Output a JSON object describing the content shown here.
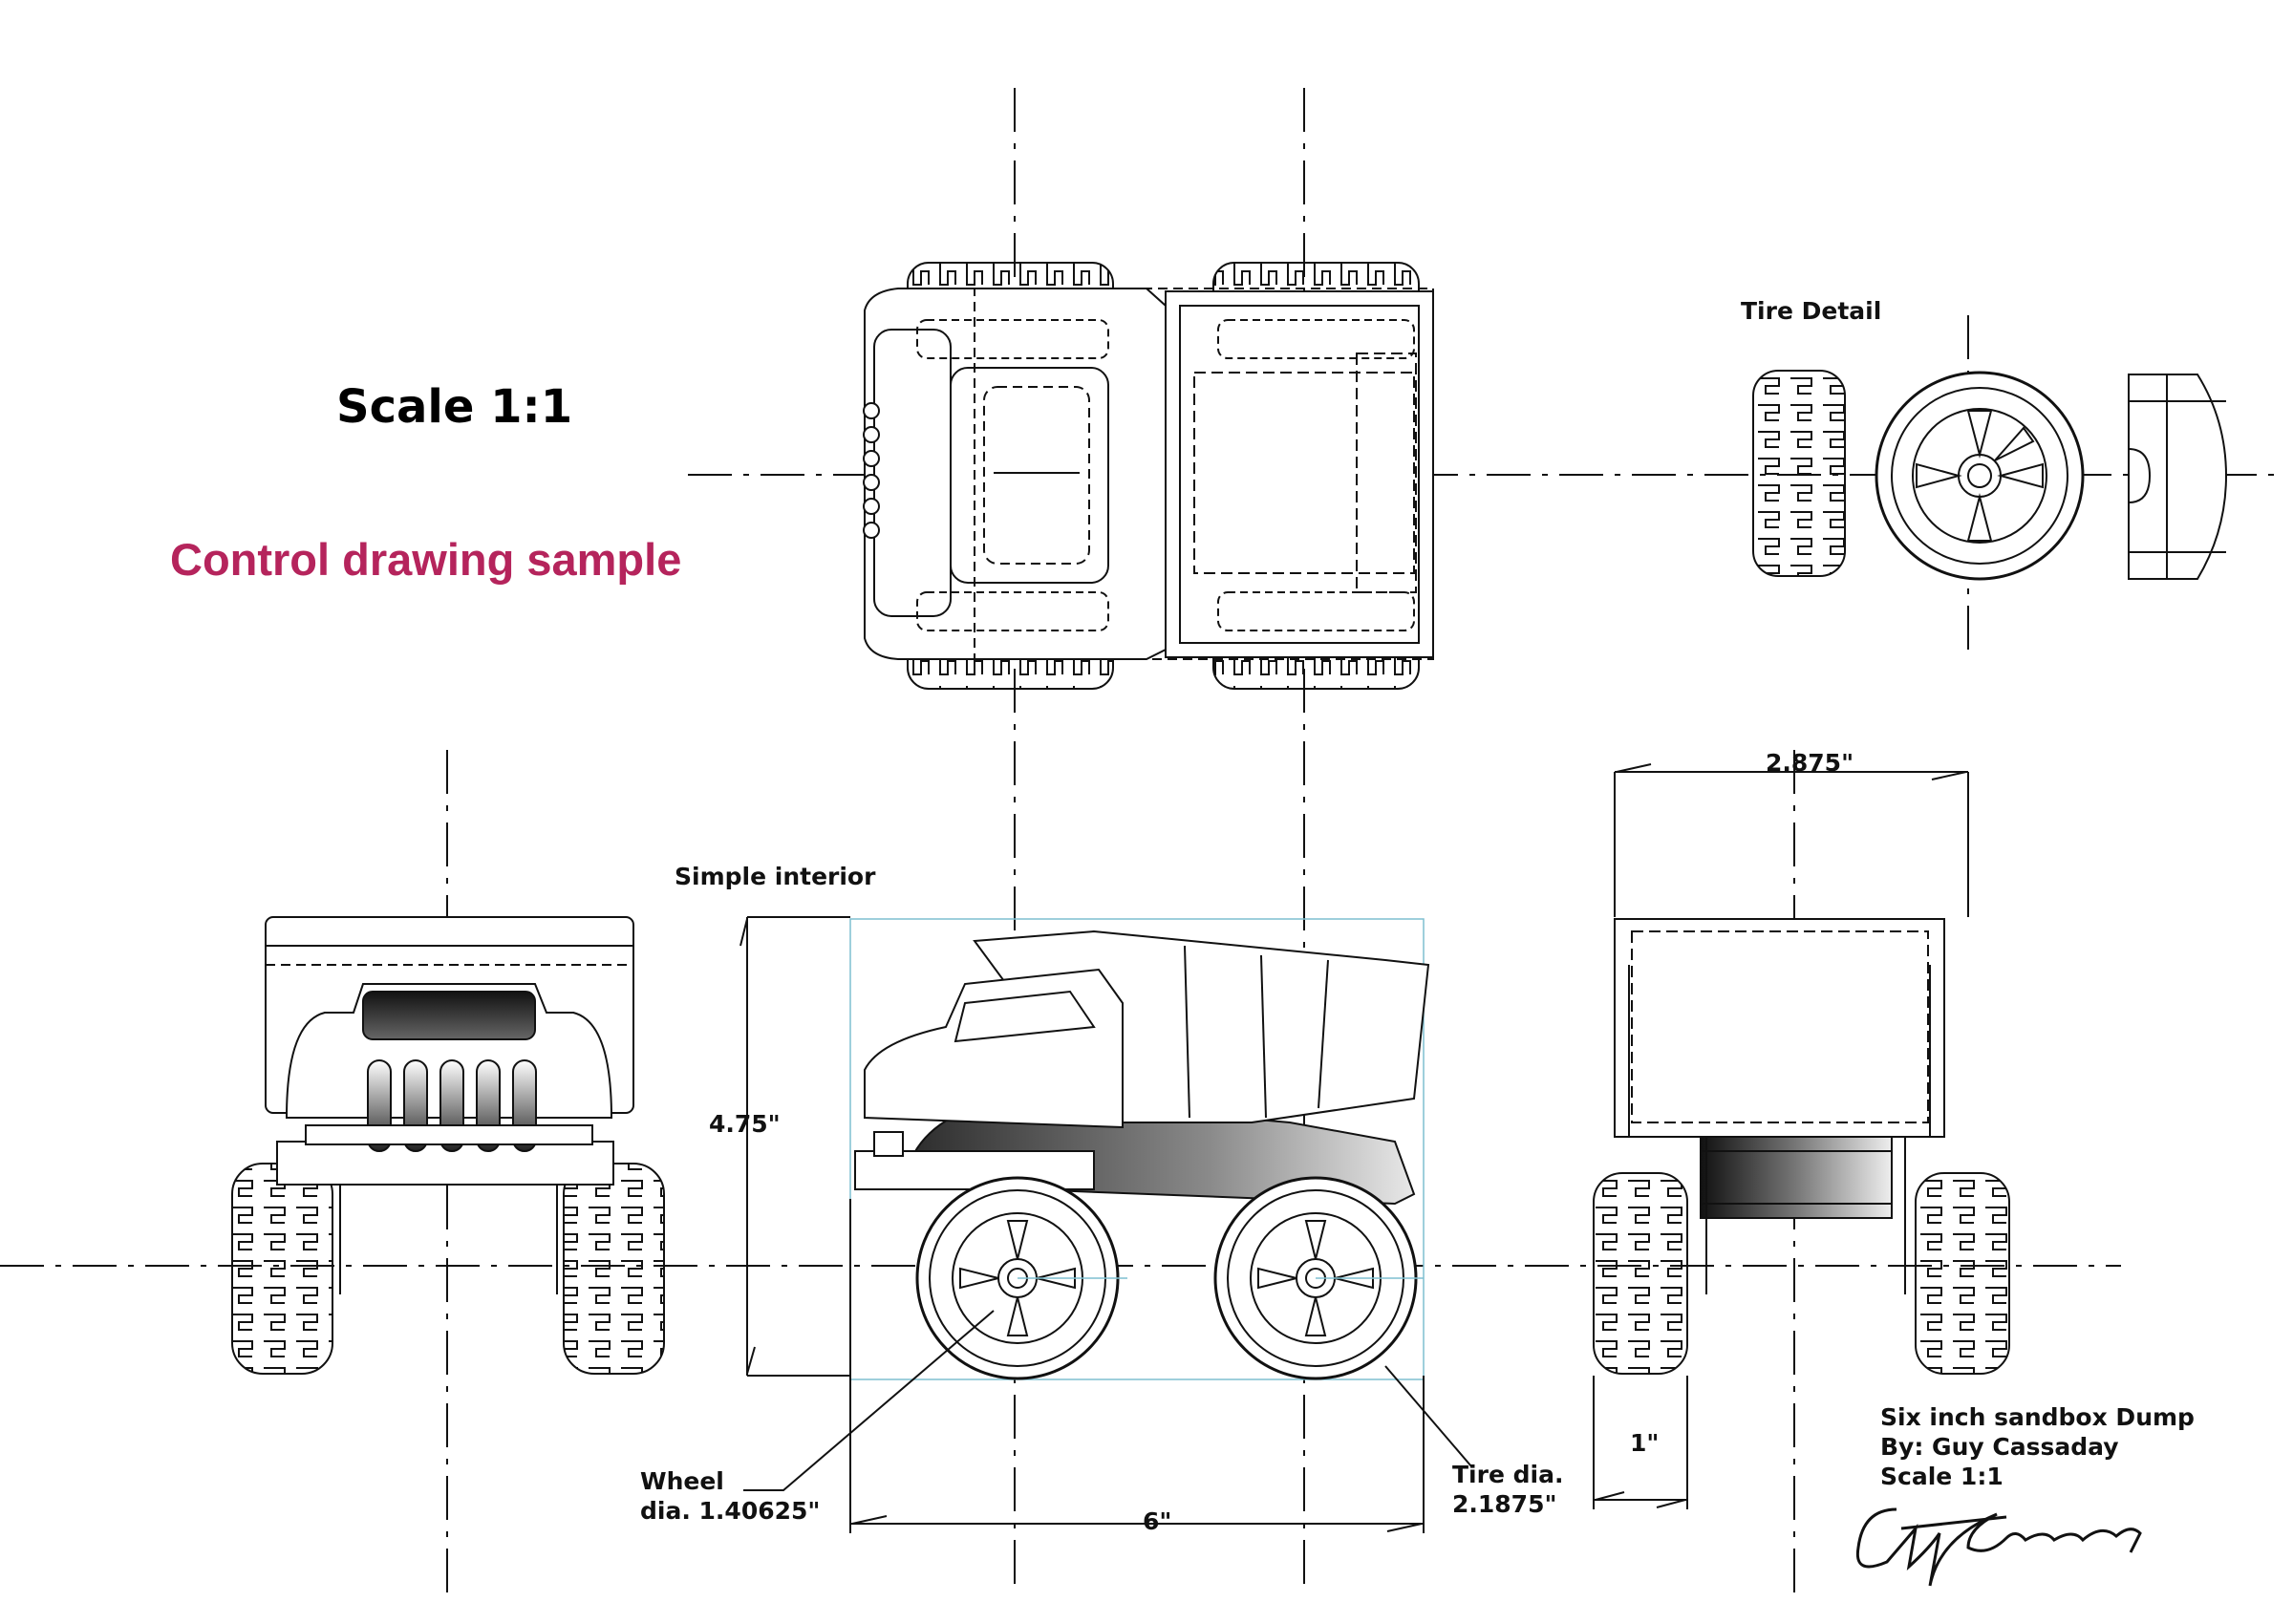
{
  "sheet": {
    "scale_heading": "Scale 1:1",
    "subtitle": "Control drawing sample",
    "subtitle_color": "#b5245c",
    "line_color": "#111111",
    "guide_color": "#7fbfd0"
  },
  "labels": {
    "tire_detail": "Tire Detail",
    "simple_interior": "Simple interior"
  },
  "dimensions": {
    "body_width": "2.875\"",
    "height": "4.75\"",
    "length": "6\"",
    "tire_width": "1\"",
    "wheel_dia_line1": "Wheel",
    "wheel_dia_line2": "dia. 1.40625\"",
    "tire_dia_line1": "Tire dia.",
    "tire_dia_line2": "2.1875\""
  },
  "title_block": {
    "line1": "Six inch sandbox Dump",
    "line2": "By: Guy Cassaday",
    "line3": "Scale 1:1",
    "signature": "Guy Cassaday"
  },
  "views": [
    {
      "name": "top-view"
    },
    {
      "name": "tire-detail-view"
    },
    {
      "name": "front-view"
    },
    {
      "name": "side-view"
    },
    {
      "name": "rear-view"
    }
  ]
}
